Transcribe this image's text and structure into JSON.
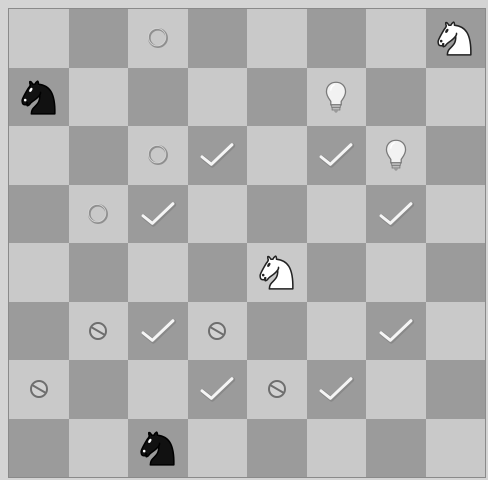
{
  "board": {
    "files": [
      "a",
      "b",
      "c",
      "d",
      "e",
      "f",
      "g",
      "h"
    ],
    "ranks": [
      8,
      7,
      6,
      5,
      4,
      3,
      2,
      1
    ],
    "colors": {
      "light": "#c9c9c9",
      "dark": "#9b9b9b",
      "checkmark": "#f5f5f5",
      "ring": "#8f8f8f"
    },
    "pieces": [
      {
        "square": "h8",
        "piece": "knight",
        "color": "white",
        "icon": "white-knight-icon"
      },
      {
        "square": "a7",
        "piece": "knight",
        "color": "black",
        "icon": "black-knight-icon"
      },
      {
        "square": "e4",
        "piece": "knight",
        "color": "white",
        "icon": "white-knight-icon"
      },
      {
        "square": "c1",
        "piece": "knight",
        "color": "black",
        "icon": "black-knight-icon"
      }
    ],
    "markers": [
      {
        "square": "c8",
        "type": "ring"
      },
      {
        "square": "f7",
        "type": "bulb"
      },
      {
        "square": "c6",
        "type": "ring"
      },
      {
        "square": "d6",
        "type": "check"
      },
      {
        "square": "f6",
        "type": "check"
      },
      {
        "square": "g6",
        "type": "bulb"
      },
      {
        "square": "b5",
        "type": "ring"
      },
      {
        "square": "c5",
        "type": "check"
      },
      {
        "square": "g5",
        "type": "check"
      },
      {
        "square": "b3",
        "type": "forbidden"
      },
      {
        "square": "c3",
        "type": "check"
      },
      {
        "square": "d3",
        "type": "forbidden"
      },
      {
        "square": "g3",
        "type": "check"
      },
      {
        "square": "a2",
        "type": "forbidden"
      },
      {
        "square": "d2",
        "type": "check"
      },
      {
        "square": "e2",
        "type": "forbidden"
      },
      {
        "square": "f2",
        "type": "check"
      }
    ]
  }
}
